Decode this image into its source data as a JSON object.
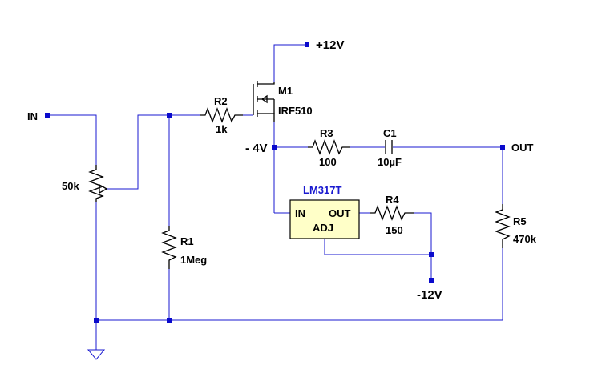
{
  "colors": {
    "wire": "#1a1ad0",
    "junction": "#0a0acc",
    "component": "#000000",
    "ic_fill": "#ffffc8",
    "ic_title": "#1a1ad0"
  },
  "nets": {
    "in": "IN",
    "out": "OUT",
    "vplus": "+12V",
    "vminus": "-12V",
    "node_v": "- 4V"
  },
  "components": {
    "pot": {
      "value": "50k"
    },
    "r1": {
      "ref": "R1",
      "value": "1Meg"
    },
    "r2": {
      "ref": "R2",
      "value": "1k"
    },
    "r3": {
      "ref": "R3",
      "value": "100"
    },
    "r4": {
      "ref": "R4",
      "value": "150"
    },
    "r5": {
      "ref": "R5",
      "value": "470k"
    },
    "c1": {
      "ref": "C1",
      "value": "10µF"
    },
    "m1": {
      "ref": "M1",
      "value": "IRF510"
    },
    "u1": {
      "part": "LM317T",
      "pin_in": "IN",
      "pin_out": "OUT",
      "pin_adj": "ADJ"
    }
  },
  "icons": {
    "ground": "ground-icon"
  }
}
